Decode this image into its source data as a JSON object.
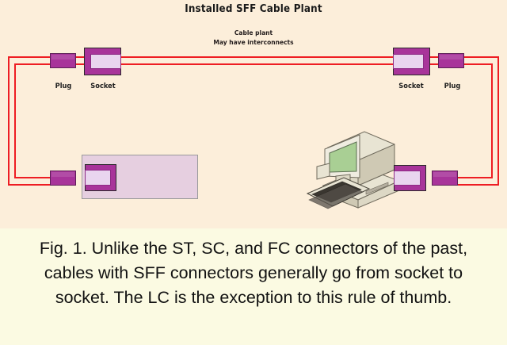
{
  "figure": {
    "background_caption": "#fbfae2",
    "background_diagram": "#fceeda",
    "cable_color": "#ee1d23",
    "connector_color": "#a8349a",
    "socket_inner_color": "#e9d5ef"
  },
  "diagram": {
    "title": "Installed SFF Cable Plant",
    "note_line1": "Cable plant",
    "note_line2": "May have interconnects",
    "labels": {
      "left_plug": "Plug",
      "left_socket": "Socket",
      "right_socket": "Socket",
      "right_plug": "Plug"
    }
  },
  "caption": {
    "text": "Fig. 1. Unlike the ST, SC, and FC connectors of the past, cables with SFF connectors generally go from socket to socket. The LC is the exception to this rule of thumb."
  }
}
